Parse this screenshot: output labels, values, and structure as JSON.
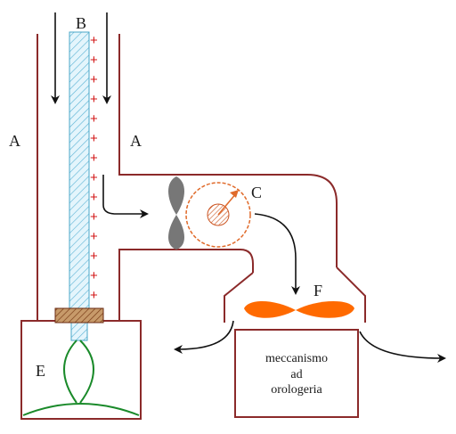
{
  "labels": {
    "A_left": "A",
    "A_right": "A",
    "B": "B",
    "C": "C",
    "E": "E",
    "F": "F"
  },
  "clock_box": {
    "line1": "meccanismo",
    "line2": "ad",
    "line3": "orologeria"
  },
  "charge_sign": "+",
  "charge_count": 14,
  "colors": {
    "wall": "#8b2a2a",
    "rod_fill": "#dff3fb",
    "rod_stroke": "#4aa7c8",
    "charge": "#d21414",
    "fan": "#ff6a00",
    "valve": "#777777",
    "rotor": "#e06a2a",
    "bellows": "#1a8a2a",
    "arrow": "#111111"
  }
}
